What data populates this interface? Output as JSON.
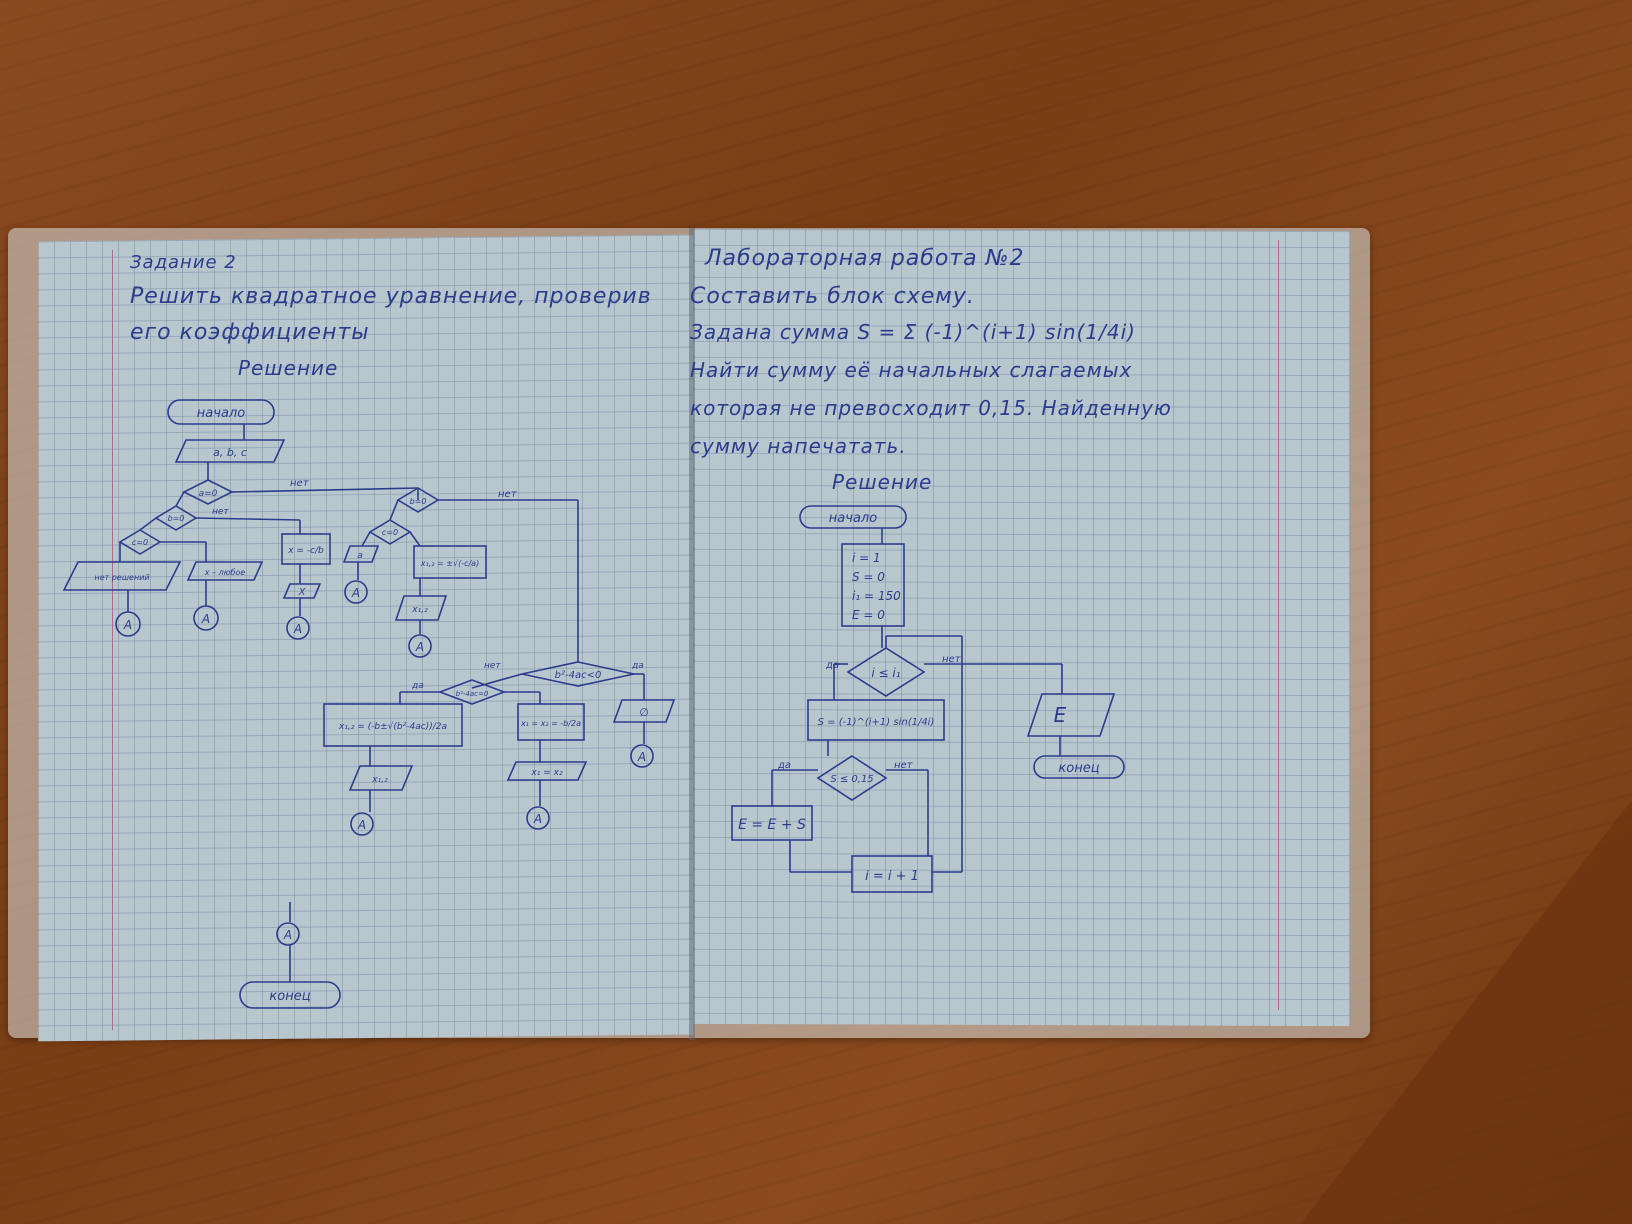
{
  "left_page": {
    "task_title": "Задание 2",
    "task_text_1": "Решить квадратное уравнение, проверив",
    "task_text_2": "его коэффициенты",
    "solution_heading": "Решение",
    "flow": {
      "start": "начало",
      "input": "a, b, c",
      "cond1": "a=0",
      "no": "нет",
      "yes": "да",
      "cond2": "b=0",
      "cond3": "c=0",
      "out_inf": "x – любое",
      "out_none": "нет решений",
      "formula_linear": "x = -c/b",
      "out_x": "X",
      "cond4": "b=0",
      "cond5": "c=0",
      "out_a": "a",
      "formula_x12": "x₁,₂ = ±√(-c/a)",
      "out_x12": "x₁,₂",
      "disc_check": "b²-4ac<0",
      "disc_zero": "b²-4ac=0",
      "roots_formula": "x₁,₂ = (-b±√(b²-4ac))/2a",
      "single_root": "x₁ = x₂ = -b/2a",
      "out_roots": "x₁,₂",
      "out_single": "x₁ = x₂",
      "out_neg": "∅",
      "connector": "A",
      "end": "конец"
    }
  },
  "right_page": {
    "title": "Лабораторная работа №2",
    "line1": "Составить блок схему.",
    "line2": "Задана сумма  S = Σ (-1)^(i+1) sin(1/4i)",
    "line3": "Найти сумму её начальных слагаемых",
    "line4": "которая не превосходит 0,15. Найденную",
    "line5": "сумму напечатать.",
    "solution_heading": "Решение",
    "flow": {
      "start": "начало",
      "init_i": "i = 1",
      "init_s": "S = 0",
      "init_n": "i₁ = 150",
      "init_e": "E = 0",
      "cond": "i ≤ i₁",
      "yes": "да",
      "no": "нет",
      "formula": "S = (-1)^(i+1) sin(1/4i)",
      "cond2": "S ≤ 0,15",
      "accum": "E = E + S",
      "incr": "i = i + 1",
      "output": "E",
      "end": "конец"
    }
  }
}
